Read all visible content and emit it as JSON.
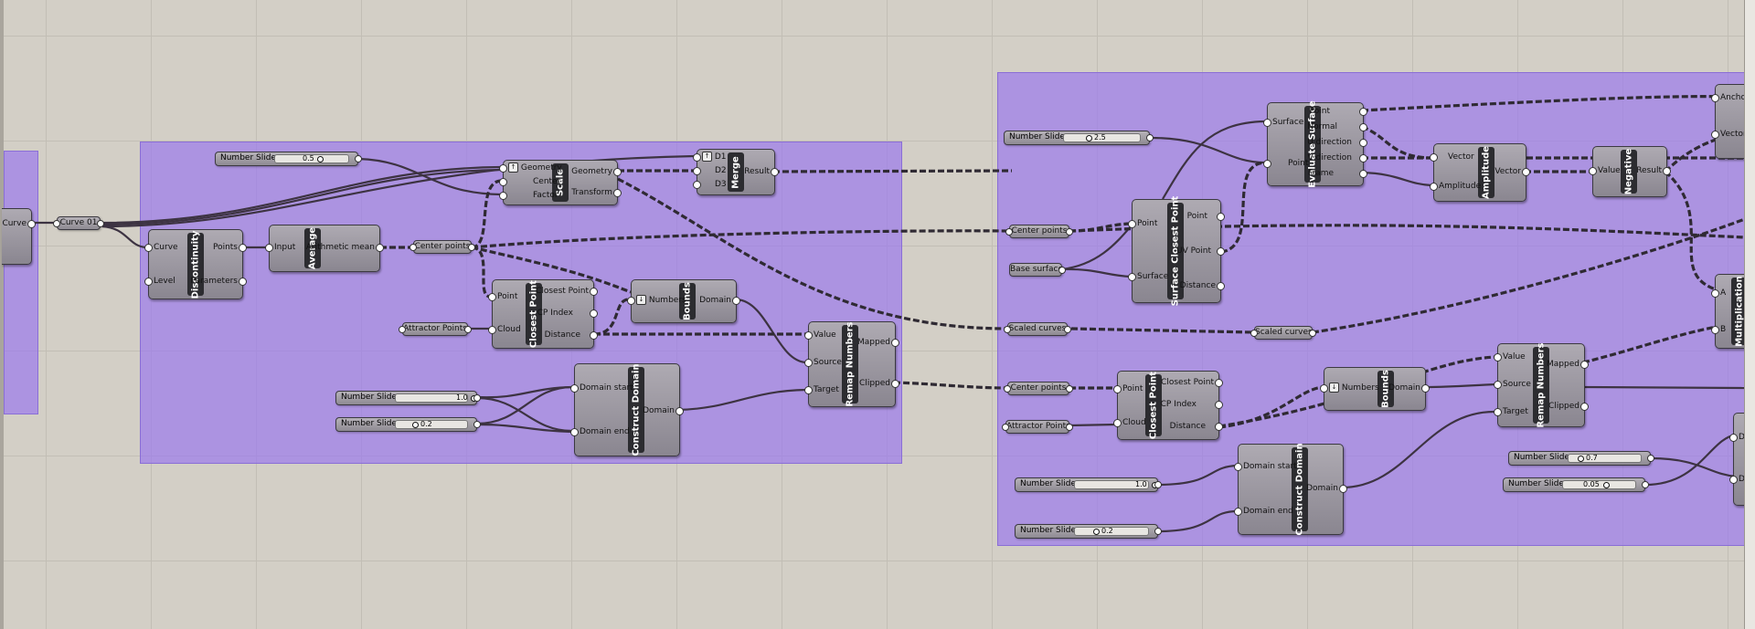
{
  "colors": {
    "canvas": "#d3cfc6",
    "group": "#9c7cec",
    "node": "#9d99a2",
    "wire": "#3d3342"
  },
  "curve_component": {
    "label": "Curve"
  },
  "curve_param": {
    "label": "Curve 01"
  },
  "slider_factor": {
    "label": "Number Slider",
    "value": "0.5"
  },
  "scale": {
    "title": "Scale",
    "in": [
      "Geometry",
      "Center",
      "Factor"
    ],
    "out": [
      "Geometry",
      "Transform"
    ]
  },
  "merge": {
    "title": "Merge",
    "in": [
      "D1",
      "D2",
      "D3"
    ],
    "out": [
      "Result"
    ]
  },
  "discontinuity": {
    "title": "Discontinuity",
    "in": [
      "Curve",
      "Level"
    ],
    "out": [
      "Points",
      "Parameters"
    ]
  },
  "average": {
    "title": "Average",
    "in": [
      "Input"
    ],
    "out": [
      "Arithmetic mean"
    ]
  },
  "center_points_1": {
    "label": "Center points"
  },
  "closest_point_1": {
    "title": "Closest Point",
    "in": [
      "Point",
      "Cloud"
    ],
    "out": [
      "Closest Point",
      "CP Index",
      "Distance"
    ]
  },
  "bounds_1": {
    "title": "Bounds",
    "in": [
      "Numbers"
    ],
    "out": [
      "Domain"
    ]
  },
  "attractor_points_1": {
    "label": "Attractor Points"
  },
  "remap_1": {
    "title": "Remap Numbers",
    "in": [
      "Value",
      "Source",
      "Target"
    ],
    "out": [
      "Mapped",
      "Clipped"
    ]
  },
  "construct_domain_1": {
    "title": "Construct Domain",
    "in": [
      "Domain start",
      "Domain end"
    ],
    "out": [
      "Domain"
    ]
  },
  "slider_domain_1a": {
    "label": "Number Slider",
    "value": "1.0"
  },
  "slider_domain_1b": {
    "label": "Number Slider",
    "value": "0.2"
  },
  "slider_right_top": {
    "label": "Number Slider",
    "value": "2.5"
  },
  "evaluate_surface": {
    "title": "Evaluate Surface",
    "in": [
      "Surface",
      "Point"
    ],
    "out": [
      "Point",
      "Normal",
      "U direction",
      "V direction",
      "Frame"
    ]
  },
  "amplitude": {
    "title": "Amplitude",
    "in": [
      "Vector",
      "Amplitude"
    ],
    "out": [
      "Vector"
    ]
  },
  "negative": {
    "title": "Negative",
    "in": [
      "Value"
    ],
    "out": [
      "Result"
    ]
  },
  "center_points_2": {
    "label": "Center points"
  },
  "base_surface": {
    "label": "Base surface"
  },
  "surface_closest_point": {
    "title": "Surface Closest Point",
    "in": [
      "Point",
      "Surface"
    ],
    "out": [
      "Point",
      "UV Point",
      "Distance"
    ]
  },
  "scaled_curves_in": {
    "label": "Scaled curves"
  },
  "scaled_curves_out": {
    "label": "Scaled curves"
  },
  "multiplication": {
    "title": "Multiplication",
    "in": [
      "A",
      "B"
    ]
  },
  "anchor": {
    "in": [
      "Anchor",
      "Vector"
    ]
  },
  "center_points_3": {
    "label": "Center points"
  },
  "closest_point_2": {
    "title": "Closest Point",
    "in": [
      "Point",
      "Cloud"
    ],
    "out": [
      "Closest Point",
      "CP Index",
      "Distance"
    ]
  },
  "attractor_points_2": {
    "label": "Attractor Points"
  },
  "bounds_2": {
    "title": "Bounds",
    "in": [
      "Numbers"
    ],
    "out": [
      "Domain"
    ]
  },
  "remap_2": {
    "title": "Remap Numbers",
    "in": [
      "Value",
      "Source",
      "Target"
    ],
    "out": [
      "Mapped",
      "Clipped"
    ]
  },
  "construct_domain_2": {
    "title": "Construct Domain",
    "in": [
      "Domain start",
      "Domain end"
    ],
    "out": [
      "Domain"
    ]
  },
  "slider_domain_2a": {
    "label": "Number Slider",
    "value": "1.0"
  },
  "slider_domain_2b": {
    "label": "Number Slider",
    "value": "0.2"
  },
  "slider_right_a": {
    "label": "Number Slider",
    "value": "0.7"
  },
  "slider_right_b": {
    "label": "Number Slider",
    "value": "0.05"
  },
  "partial_inputs": {
    "in": [
      "D",
      "D"
    ]
  }
}
